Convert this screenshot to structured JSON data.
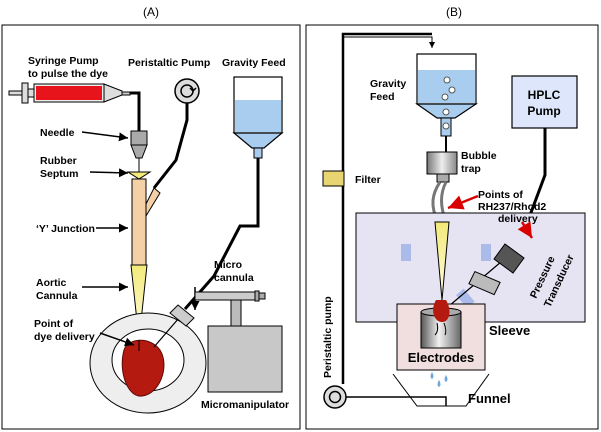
{
  "panel_a": {
    "header": "(A)",
    "labels": {
      "syringe_pump_line1": "Syringe Pump",
      "syringe_pump_line2": "to pulse the dye",
      "peristaltic_pump": "Peristaltic Pump",
      "gravity_feed": "Gravity Feed",
      "needle": "Needle",
      "rubber_line1": "Rubber",
      "rubber_line2": "Septum",
      "y_junction": "‘Y’ Junction",
      "aortic_line1": "Aortic",
      "aortic_line2": "Cannula",
      "micro_line1": "Micro",
      "micro_line2": "cannula",
      "point_line1": "Point of",
      "point_line2": "dye delivery",
      "micromanipulator": "Micromanipulator"
    }
  },
  "panel_b": {
    "header": "(B)",
    "labels": {
      "gravity_line1": "Gravity",
      "gravity_line2": "Feed",
      "hplc_line1": "HPLC",
      "hplc_line2": "Pump",
      "bubble_line1": "Bubble",
      "bubble_line2": "trap",
      "filter": "Filter",
      "points_line1": "Points of",
      "points_line2": "RH237/Rhod2",
      "points_line3": "delivery",
      "pressure_line1": "Pressure",
      "pressure_line2": "Transducer",
      "sleeve": "Sleeve",
      "electrodes": "Electrodes",
      "peristaltic_pump": "Peristaltic pump",
      "funnel": "Funnel"
    }
  },
  "colors": {
    "tube": "#000000",
    "dye": "#e8141b",
    "reservoir_fluid": "#a9cdef",
    "cannula": "#f7f0a0",
    "y_junction": "#f5cfa6",
    "heart": "#b51a10",
    "chamber": "#e6e3f3",
    "sleeve_box": "#f1dede",
    "filter": "#e8d470",
    "arrow_red": "#d80000"
  }
}
